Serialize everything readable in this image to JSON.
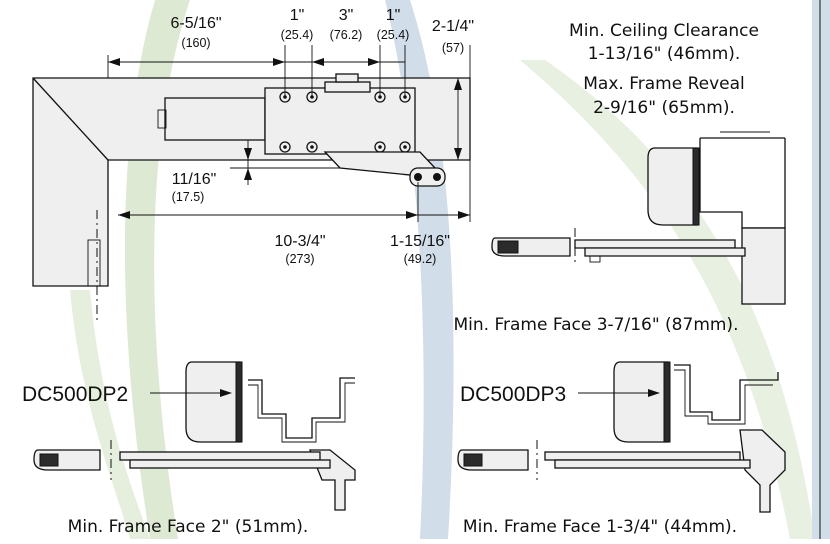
{
  "dimensions": {
    "d1": {
      "imperial": "6-5/16\"",
      "metric": "(160)"
    },
    "d2": {
      "imperial": "1\"",
      "metric": "(25.4)"
    },
    "d3": {
      "imperial": "3\"",
      "metric": "(76.2)"
    },
    "d4": {
      "imperial": "1\"",
      "metric": "(25.4)"
    },
    "d5": {
      "imperial": "2-1/4\"",
      "metric": "(57)"
    },
    "d6": {
      "imperial": "11/16\"",
      "metric": "(17.5)"
    },
    "d7": {
      "imperial": "10-3/4\"",
      "metric": "(273)"
    },
    "d8": {
      "imperial": "1-15/16\"",
      "metric": "(49.2)"
    }
  },
  "notes": {
    "ceiling_clearance": "Min. Ceiling Clearance",
    "ceiling_clearance_value": "1-13/16\" (46mm).",
    "frame_reveal": "Max. Frame Reveal",
    "frame_reveal_value": "2-9/16\" (65mm).",
    "frame_face_top": "Min. Frame Face 3-7/16\" (87mm).",
    "frame_face_left": "Min. Frame Face 2\" (51mm).",
    "frame_face_right": "Min. Frame Face 1-3/4\" (44mm)."
  },
  "models": {
    "left": "DC500DP2",
    "right": "DC500DP3"
  },
  "colors": {
    "accent_blue": "#3f6fa8",
    "accent_green": "#6e9a4f",
    "line": "#111111"
  }
}
